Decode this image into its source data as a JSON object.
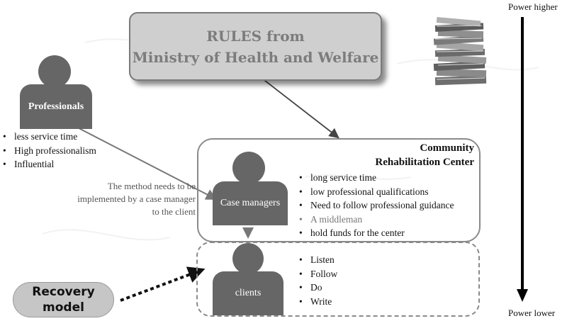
{
  "rules": {
    "line1": "RULES from",
    "line2": "Ministry of  Health and Welfare"
  },
  "professionals": {
    "label": "Professionals",
    "bullets": [
      "less service time",
      "High professionalism",
      "Influential"
    ]
  },
  "community_center": {
    "title_line1": "Community",
    "title_line2": "Rehabilitation Center",
    "bullets": [
      "long service time",
      "low professional qualifications",
      "Need to follow professional guidance",
      "A middleman",
      "hold funds for the center"
    ]
  },
  "case_managers": {
    "label": "Case managers"
  },
  "clients": {
    "label": "clients",
    "bullets": [
      "Listen",
      "Follow",
      "Do",
      "Write"
    ]
  },
  "method_note": "The method needs to be implemented by a case manager to the client",
  "recovery_model": {
    "line1": "Recovery",
    "line2": "model"
  },
  "power_axis": {
    "top": "Power higher",
    "bottom": "Power lower"
  },
  "colors": {
    "person": "#666666",
    "rules_fill": "#cfcfcf",
    "rules_text": "#7c7c7c",
    "recovery_fill": "#c6c6c6",
    "middleman_text": "#777777"
  },
  "icons": {
    "books": "stack-of-books-icon"
  }
}
